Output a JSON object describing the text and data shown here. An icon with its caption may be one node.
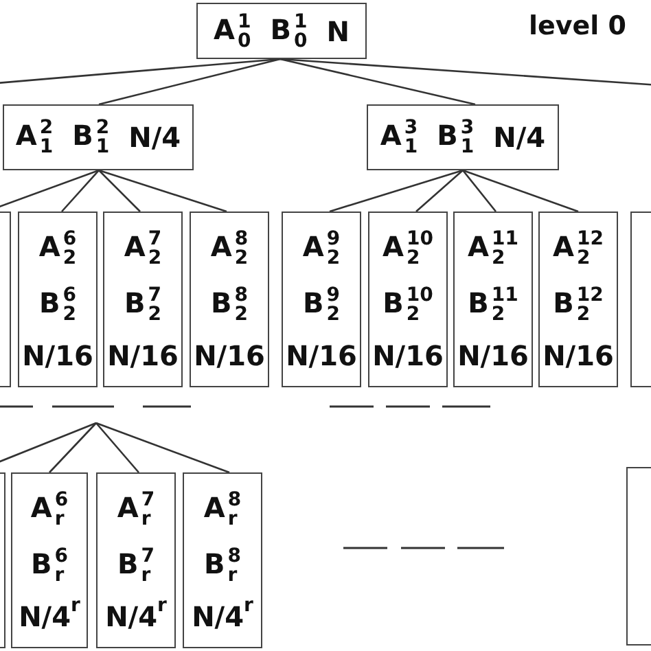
{
  "diagram": {
    "nodes": [
      {
        "text": [
          "A$^{1}$$_{0}$",
          "B$^{1}$$_{0}$",
          "N"
        ]
      },
      {
        "text": [
          "A$^{2}$$_{1}$",
          "B$^{2}$$_{1}$",
          "N/4"
        ]
      },
      {
        "text": [
          "A$^{3}$$_{1}$",
          "B$^{3}$$_{1}$",
          "N/4"
        ]
      },
      {
        "text": [],
        "shape": "box"
      },
      {
        "text": [
          "A$^{6}$$_{2}$",
          "B$^{6}$$_{2}$",
          "N/16"
        ]
      },
      {
        "text": [
          "A$^{7}$$_{2}$",
          "B$^{7}$$_{2}$",
          "N/16"
        ]
      },
      {
        "text": [
          "A$^{8}$$_{2}$",
          "B$^{8}$$_{2}$",
          "N/16"
        ]
      },
      {
        "text": [
          "A$^{9}$$_{2}$",
          "B$^{9}$$_{2}$",
          "N/16"
        ]
      },
      {
        "text": [
          "A$^{10}$$_{2}$",
          "B$^{10}$$_{2}$",
          "N/16"
        ]
      },
      {
        "text": [
          "A$^{11}$$_{2}$",
          "B$^{11}$$_{2}$",
          "N/16"
        ]
      },
      {
        "text": [
          "A$^{12}$$_{2}$",
          "B$^{12}$$_{2}$",
          "N/16"
        ]
      },
      {
        "text": [],
        "shape": "box"
      },
      {
        "text": [],
        "shape": "box"
      },
      {
        "text": [
          "A$^{6}$$_{r}$",
          "B$^{6}$$_{r}$",
          "N/4$^{r}$"
        ]
      },
      {
        "text": [
          "A$^{7}$$_{r}$",
          "B$^{7}$$_{r}$",
          "N/4$^{r}$"
        ]
      },
      {
        "text": [
          "A$^{8}$$_{r}$",
          "B$^{8}$$_{r}$",
          "N/4$^{r}$"
        ]
      },
      {
        "text": [],
        "shape": "box"
      }
    ],
    "edges": [
      {
        "from": 0,
        "to": null,
        "arrow": "none"
      },
      {
        "from": 0,
        "to": 1,
        "arrow": "none"
      },
      {
        "from": 0,
        "to": 2,
        "arrow": "none"
      },
      {
        "from": 0,
        "to": null,
        "arrow": "none"
      },
      {
        "from": 1,
        "to": 3,
        "arrow": "none"
      },
      {
        "from": 1,
        "to": 4,
        "arrow": "none"
      },
      {
        "from": 1,
        "to": 5,
        "arrow": "none"
      },
      {
        "from": 1,
        "to": 6,
        "arrow": "none"
      },
      {
        "from": 2,
        "to": 7,
        "arrow": "none"
      },
      {
        "from": 2,
        "to": 8,
        "arrow": "none"
      },
      {
        "from": 2,
        "to": 9,
        "arrow": "none"
      },
      {
        "from": 2,
        "to": 10,
        "arrow": "none"
      },
      {
        "from": null,
        "to": 12,
        "arrow": "none"
      },
      {
        "from": null,
        "to": 13,
        "arrow": "none"
      },
      {
        "from": null,
        "to": 14,
        "arrow": "none"
      },
      {
        "from": null,
        "to": 15,
        "arrow": "none"
      }
    ],
    "labels": [
      "level 0"
    ]
  }
}
